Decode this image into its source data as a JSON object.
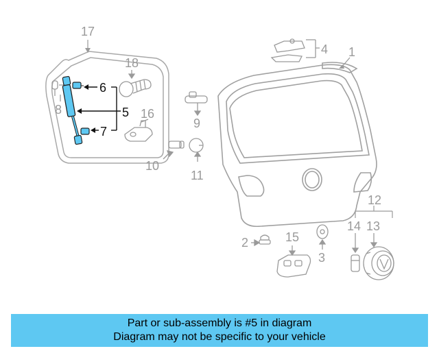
{
  "diagram": {
    "callouts": {
      "c1": "1",
      "c2": "2",
      "c3": "3",
      "c4": "4",
      "c5": "5",
      "c6": "6",
      "c7": "7",
      "c8": "8",
      "c9": "9",
      "c10": "10",
      "c11": "11",
      "c12": "12",
      "c13": "13",
      "c14": "14",
      "c15": "15",
      "c16": "16",
      "c17": "17",
      "c18": "18"
    },
    "highlighted_part": "5",
    "colors": {
      "highlight": "#5ec8f2",
      "line_muted": "#9a9a9a",
      "line_active": "#111111",
      "caption_bg": "#5ec8f2"
    }
  },
  "caption": {
    "line1": "Part or sub-assembly is #5 in diagram",
    "line2": "Diagram may not be specific to your vehicle"
  }
}
